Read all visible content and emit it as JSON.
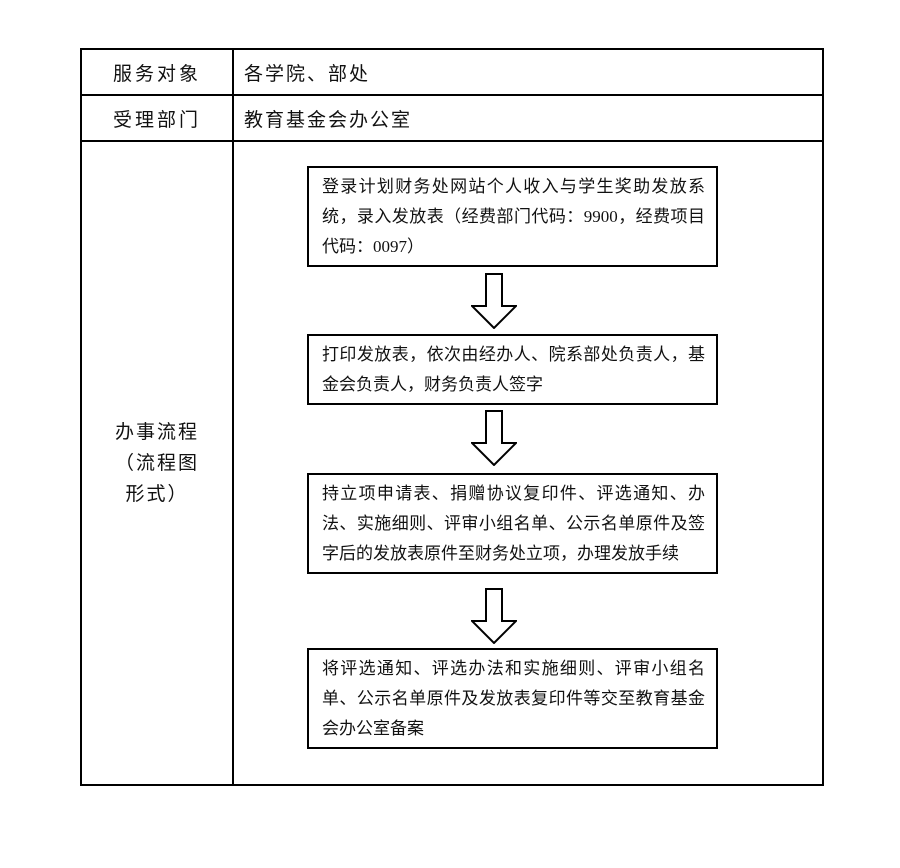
{
  "table": {
    "rows": [
      {
        "label": "服务对象",
        "value": "各学院、部处"
      },
      {
        "label": "受理部门",
        "value": "教育基金会办公室"
      }
    ],
    "process_label": "办事流程\n（流程图\n形式）"
  },
  "flowchart": {
    "steps": [
      {
        "text": "登录计划财务处网站个人收入与学生奖助发放系统，录入发放表（经费部门代码：9900，经费项目代码：0097）"
      },
      {
        "text": "打印发放表，依次由经办人、院系部处负责人，基金会负责人，财务负责人签字"
      },
      {
        "text": "持立项申请表、捐赠协议复印件、评选通知、办法、实施细则、评审小组名单、公示名单原件及签字后的发放表原件至财务处立项，办理发放手续"
      },
      {
        "text": "将评选通知、评选办法和实施细则、评审小组名单、公示名单原件及发放表复印件等交至教育基金会办公室备案"
      }
    ],
    "arrow_icon": "down-block-arrow"
  },
  "colors": {
    "border": "#000000",
    "text": "#111111",
    "background": "#ffffff"
  }
}
